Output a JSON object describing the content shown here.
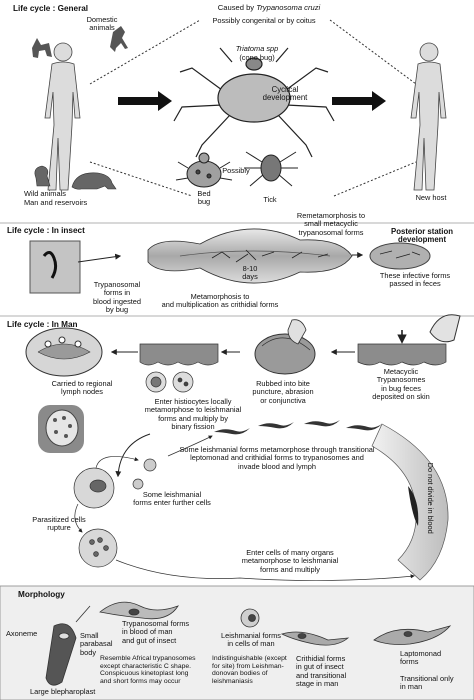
{
  "general": {
    "heading": "Life cycle : General",
    "caused_by_prefix": "Caused by ",
    "caused_by_species": "Trypanosoma cruzi",
    "transmission": "Possibly congenital or by coitus",
    "domestic": "Domestic\nanimals",
    "triatoma_species": "Triatoma spp",
    "triatoma_common": "(cone bug)",
    "cyclical": "Cyclical\ndevelopment",
    "new_host": "New host",
    "wild": "Wild animals",
    "man_reservoirs": "Man and reservoirs",
    "bed_bug": "Bed\nbug",
    "possibly": "Possibly",
    "tick": "Tick"
  },
  "insect": {
    "heading": "Life cycle : In insect",
    "remetamorphosis": "Remetamorphosis to\nsmall metacyclic\ntrypanosomal forms",
    "posterior_station": "Posterior station\ndevelopment",
    "days": "8-10\ndays",
    "ingested": "Trypanosomal\nforms in\nblood ingested\nby bug",
    "metamorphosis": "Metamorphosis to\nand multiplication as crithidial forms",
    "infective": "These infective forms\npassed in feces"
  },
  "man": {
    "heading": "Life cycle : In Man",
    "regional": "Carried to regional\nlymph nodes",
    "rubbed": "Rubbed into bite\npuncture, abrasion\nor conjunctiva",
    "metacyclic": "Metacyclic\nTrypanosomes\nin bug feces\ndeposited on skin",
    "histiocytes": "Enter histiocytes locally\nmetamorphose to leishmanial\nforms and multiply by\nbinary fission",
    "some_metamorphose": "Some leishmanial forms metamorphose through transitional\nleptomonad and crithidial forms to trypanosomes and\ninvade blood and lymph",
    "some_enter": "Some leishmanial\nforms enter further cells",
    "parasitized": "Parasitized cells\nrupture",
    "no_divide": "Do not divide in blood",
    "enter_organs": "Enter cells of many organs\nmetamorphose to leishmanial\nforms and multiply"
  },
  "morphology": {
    "heading": "Morphology",
    "axoneme": "Axoneme",
    "small_parabasal": "Small\nparabasal\nbody",
    "large_bleph": "Large blepharoplast",
    "trypanosomal": "Trypanosomal forms\nin blood of man\nand gut of insect",
    "resemble": "Resemble Africal trypanosomes\nexcept characteristic C shape.\nConspicuous kinetoplast long\nand short forms may occur",
    "leishmanial": "Leishmanial forms\nin cells of man",
    "indistinguishable": "Indistinguishable (except\nfor site) from Leishman-\ndonovan bodies of\nleishmaniasis",
    "crithidial": "Crithidial forms\nin gut of insect\nand transitional\nstage in man",
    "leptomonad": "Laptomonad\nforms",
    "transitional": "Transitional only\nin man"
  }
}
